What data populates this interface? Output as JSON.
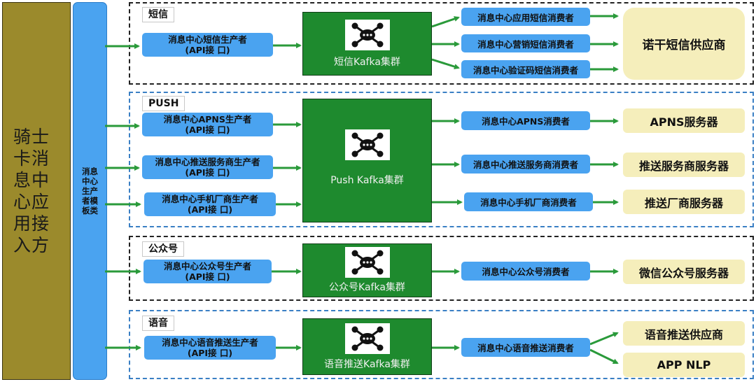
{
  "left_panel": {
    "label": "骑士卡消息中心应用接入方"
  },
  "template_column": {
    "label": "消息中心生产者模板类"
  },
  "sections": {
    "sms": {
      "title": "短信",
      "producer": {
        "name": "消息中心短信生产者",
        "sub": "(API接 口)"
      },
      "kafka": "短信Kafka集群",
      "consumers": [
        "消息中心应用短信消费者",
        "消息中心营销短信消费者",
        "消息中心验证码短信消费者"
      ],
      "supplier": "诺干短信供应商"
    },
    "push": {
      "title": "PUSH",
      "producers": [
        {
          "name": "消息中心APNS生产者",
          "sub": "(API接 口)"
        },
        {
          "name": "消息中心推送服务商生产者",
          "sub": "(API接 口)"
        },
        {
          "name": "消息中心手机厂商生产者",
          "sub": "(API接 口)"
        }
      ],
      "kafka": "Push Kafka集群",
      "consumers": [
        "消息中心APNS消费者",
        "消息中心推送服务商消费者",
        "消息中心手机厂商消费者"
      ],
      "suppliers": [
        "APNS服务器",
        "推送服务商服务器",
        "推送厂商服务器"
      ]
    },
    "wechat": {
      "title": "公众号",
      "producer": {
        "name": "消息中心公众号生产者",
        "sub": "(API接 口)"
      },
      "kafka": "公众号Kafka集群",
      "consumer": "消息中心公众号消费者",
      "supplier": "微信公众号服务器"
    },
    "voice": {
      "title": "语音",
      "producer": {
        "name": "消息中心语音推送生产者",
        "sub": "(API接 口)"
      },
      "kafka": "语音推送Kafka集群",
      "consumer": "消息中心语音推送消费者",
      "suppliers": [
        "语音推送供应商",
        "APP NLP"
      ]
    }
  },
  "colors": {
    "arrow": "#2a9a3a",
    "kafka": "#1e8a2e",
    "box_blue": "#4aa3f0",
    "supplier": "#f5eebb",
    "olive": "#9b8a2c"
  },
  "icons": {
    "kafka": "kafka-cluster-icon"
  }
}
